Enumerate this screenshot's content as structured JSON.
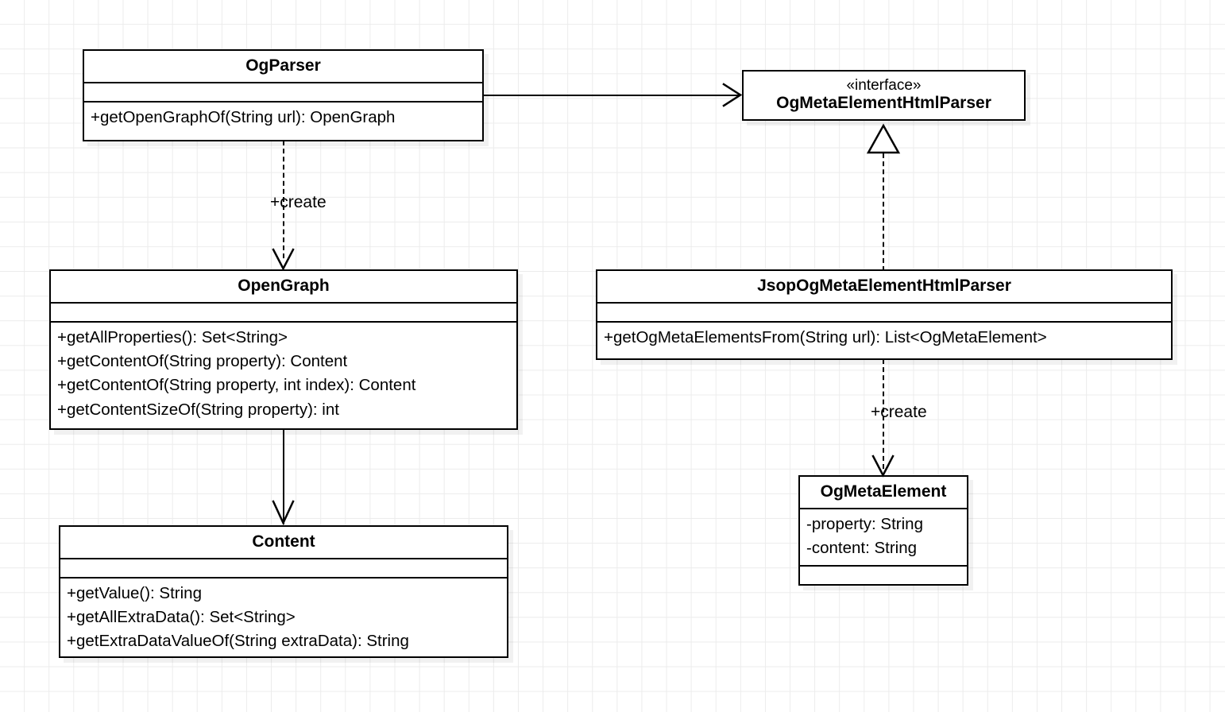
{
  "diagram": {
    "title": "OpenGraph parser UML class diagram",
    "type": "uml-class-diagram",
    "background_color": "#ffffff",
    "grid_color": "#ececec",
    "line_color": "#000000"
  },
  "classes": {
    "og_parser": {
      "name": "OgParser",
      "stereotype": "",
      "attributes": [],
      "methods": [
        "+getOpenGraphOf(String url): OpenGraph"
      ]
    },
    "og_meta_element_html_parser": {
      "name": "OgMetaElementHtmlParser",
      "stereotype": "«interface»",
      "attributes": [],
      "methods": []
    },
    "open_graph": {
      "name": "OpenGraph",
      "stereotype": "",
      "attributes": [],
      "methods": [
        "+getAllProperties(): Set<String>",
        "+getContentOf(String property): Content",
        "+getContentOf(String property, int index): Content",
        "+getContentSizeOf(String property): int"
      ]
    },
    "jsop_og_meta_element_html_parser": {
      "name": "JsopOgMetaElementHtmlParser",
      "stereotype": "",
      "attributes": [],
      "methods": [
        "+getOgMetaElementsFrom(String url): List<OgMetaElement>"
      ]
    },
    "content": {
      "name": "Content",
      "stereotype": "",
      "attributes": [],
      "methods": [
        "+getValue(): String",
        "+getAllExtraData(): Set<String>",
        "+getExtraDataValueOf(String extraData): String"
      ]
    },
    "og_meta_element": {
      "name": "OgMetaElement",
      "stereotype": "",
      "attributes": [
        "-property: String",
        "-content: String"
      ],
      "methods": []
    }
  },
  "relationships": {
    "parser_to_interface": {
      "from": "OgParser",
      "to": "OgMetaElementHtmlParser",
      "kind": "association",
      "label": ""
    },
    "parser_creates_opengraph": {
      "from": "OgParser",
      "to": "OpenGraph",
      "kind": "dependency",
      "label": "+create"
    },
    "jsop_realizes_interface": {
      "from": "JsopOgMetaElementHtmlParser",
      "to": "OgMetaElementHtmlParser",
      "kind": "realization",
      "label": ""
    },
    "opengraph_to_content": {
      "from": "OpenGraph",
      "to": "Content",
      "kind": "association",
      "label": ""
    },
    "jsop_creates_ogmetaelement": {
      "from": "JsopOgMetaElementHtmlParser",
      "to": "OgMetaElement",
      "kind": "dependency",
      "label": "+create"
    }
  }
}
